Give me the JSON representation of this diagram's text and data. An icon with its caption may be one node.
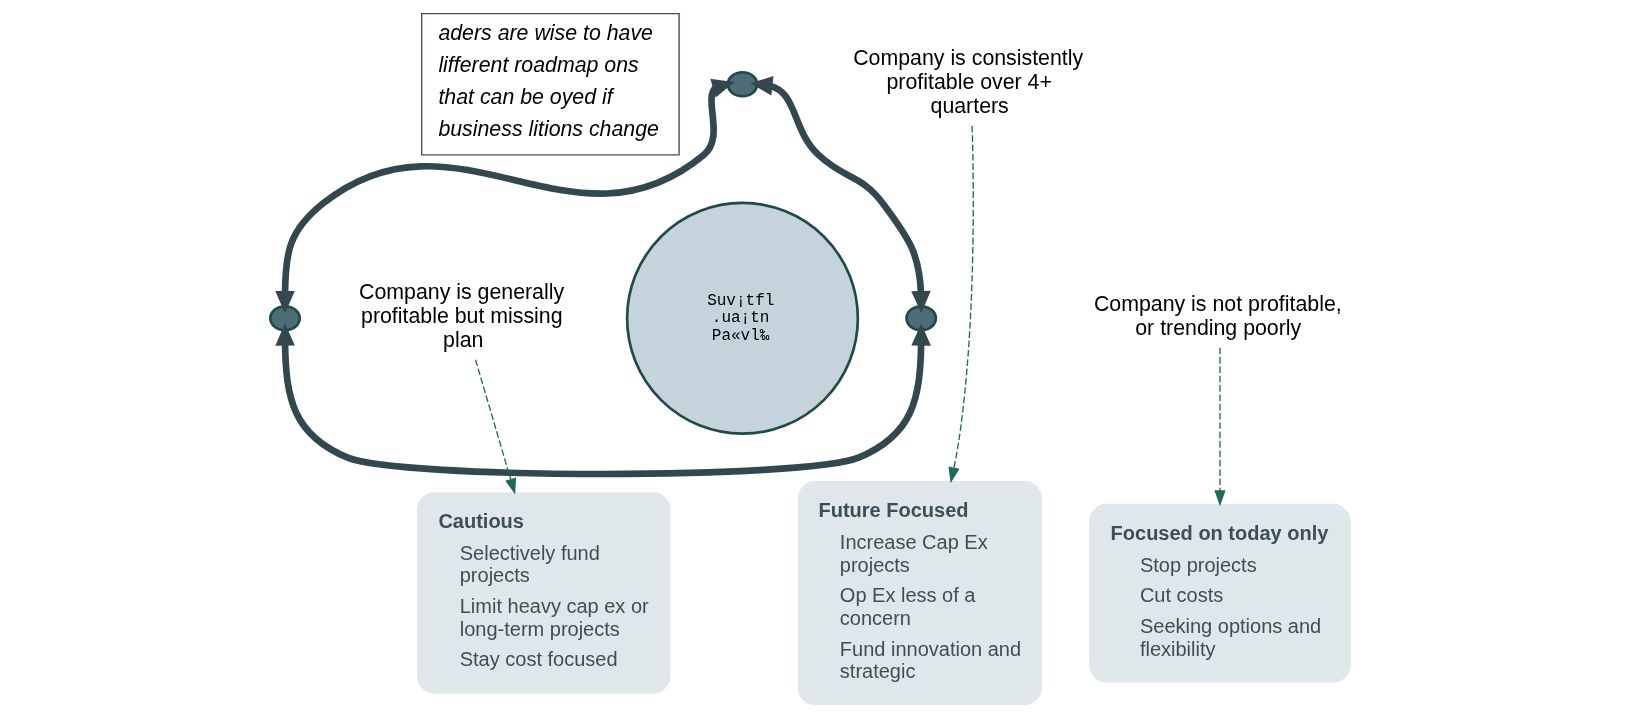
{
  "diagram": {
    "nodes": [
      {
        "text": [
          "aders are wise to have lifferent roadmap ons that can be oyed if business litions change"
        ]
      },
      {
        "text": [
          "Suv¡tfl .ua¡tn Pa«vl‰"
        ]
      },
      {
        "text": [],
        "shape": "circle"
      },
      {
        "text": [],
        "shape": "circle"
      },
      {
        "text": [],
        "shape": "circle"
      },
      {
        "text": [
          "Company is consistently profitable over 4+ quarters"
        ]
      },
      {
        "text": [
          "Future Focused",
          "Increase Cap Ex projects",
          "Op Ex less of a concern",
          "Fund innovation and strategic"
        ]
      },
      {
        "text": [
          "Company is generally profitable but missing plan"
        ]
      },
      {
        "text": [
          "Cautious",
          "Selectively fund projects",
          "Limit heavy cap ex or long-term projects",
          "Stay cost focused"
        ]
      },
      {
        "text": [
          "Company is not profitable, or trending poorly"
        ]
      },
      {
        "text": [
          "Focused on today only",
          "Stop projects",
          "Cut costs",
          "Seeking options and flexibility"
        ]
      }
    ],
    "edges": [
      {
        "from": 2,
        "to": 3,
        "arrow": "both",
        "style": "thick"
      },
      {
        "from": 2,
        "to": 4,
        "arrow": "both",
        "style": "thick"
      },
      {
        "from": 3,
        "to": 4,
        "arrow": "both",
        "style": "thick"
      },
      {
        "from": 5,
        "to": 6,
        "arrow": "to",
        "style": "dashed",
        "color": "#1e6b5c"
      },
      {
        "from": 7,
        "to": 8,
        "arrow": "to",
        "style": "dashed",
        "color": "#1e6b5c"
      },
      {
        "from": 9,
        "to": 10,
        "arrow": "to",
        "style": "dashed",
        "color": "#1e6b5c"
      }
    ]
  }
}
